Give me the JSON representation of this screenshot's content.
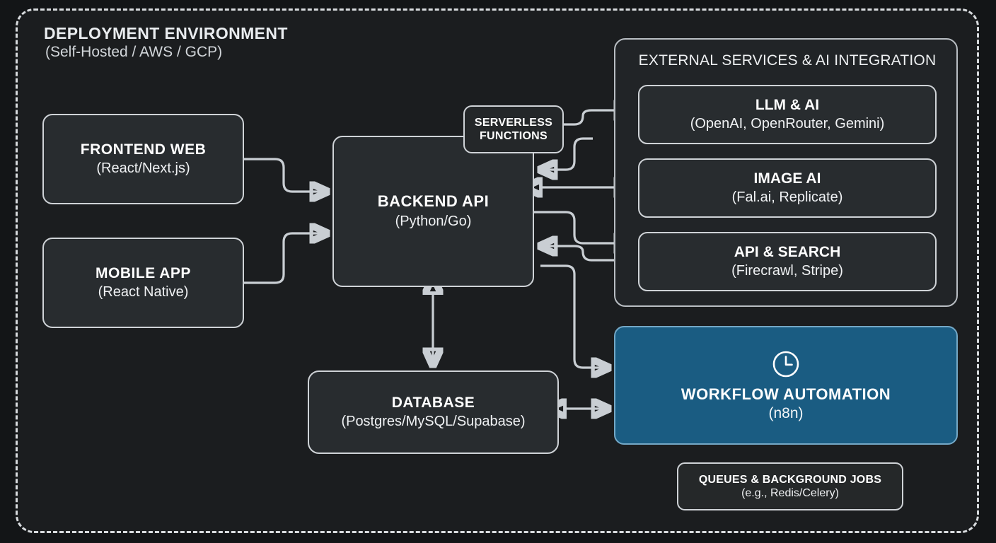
{
  "environment": {
    "title": "DEPLOYMENT ENVIRONMENT",
    "subtitle": "(Self-Hosted / AWS / GCP)"
  },
  "clients": [
    {
      "title": "FRONTEND WEB",
      "subtitle": "(React/Next.js)"
    },
    {
      "title": "MOBILE APP",
      "subtitle": "(React Native)"
    }
  ],
  "backend": {
    "title": "BACKEND API",
    "subtitle": "(Python/Go)"
  },
  "serverless": {
    "line1": "SERVERLESS",
    "line2": "FUNCTIONS"
  },
  "database": {
    "title": "DATABASE",
    "subtitle": "(Postgres/MySQL/Supabase)"
  },
  "external": {
    "panel_title": "EXTERNAL SERVICES & AI INTEGRATION",
    "services": [
      {
        "title": "LLM & AI",
        "subtitle": "(OpenAI, OpenRouter, Gemini)"
      },
      {
        "title": "IMAGE AI",
        "subtitle": "(Fal.ai, Replicate)"
      },
      {
        "title": "API & SEARCH",
        "subtitle": "(Firecrawl, Stripe)"
      }
    ]
  },
  "workflow": {
    "icon": "clock-icon",
    "title": "WORKFLOW AUTOMATION",
    "subtitle": "(n8n)"
  },
  "queues": {
    "title": "QUEUES & BACKGROUND JOBS",
    "subtitle": "(e.g., Redis/Celery)"
  },
  "colors": {
    "page_background": "#131517",
    "boundary_fill": "#1b1d1f",
    "node_fill": "#282c2f",
    "node_border": "#cfd3d7",
    "panel_fill": "#212427",
    "accent_blue": "#1a5c82",
    "accent_blue_border": "#74a8c6",
    "connector": "#c9ced3",
    "text_primary": "#ffffff"
  }
}
